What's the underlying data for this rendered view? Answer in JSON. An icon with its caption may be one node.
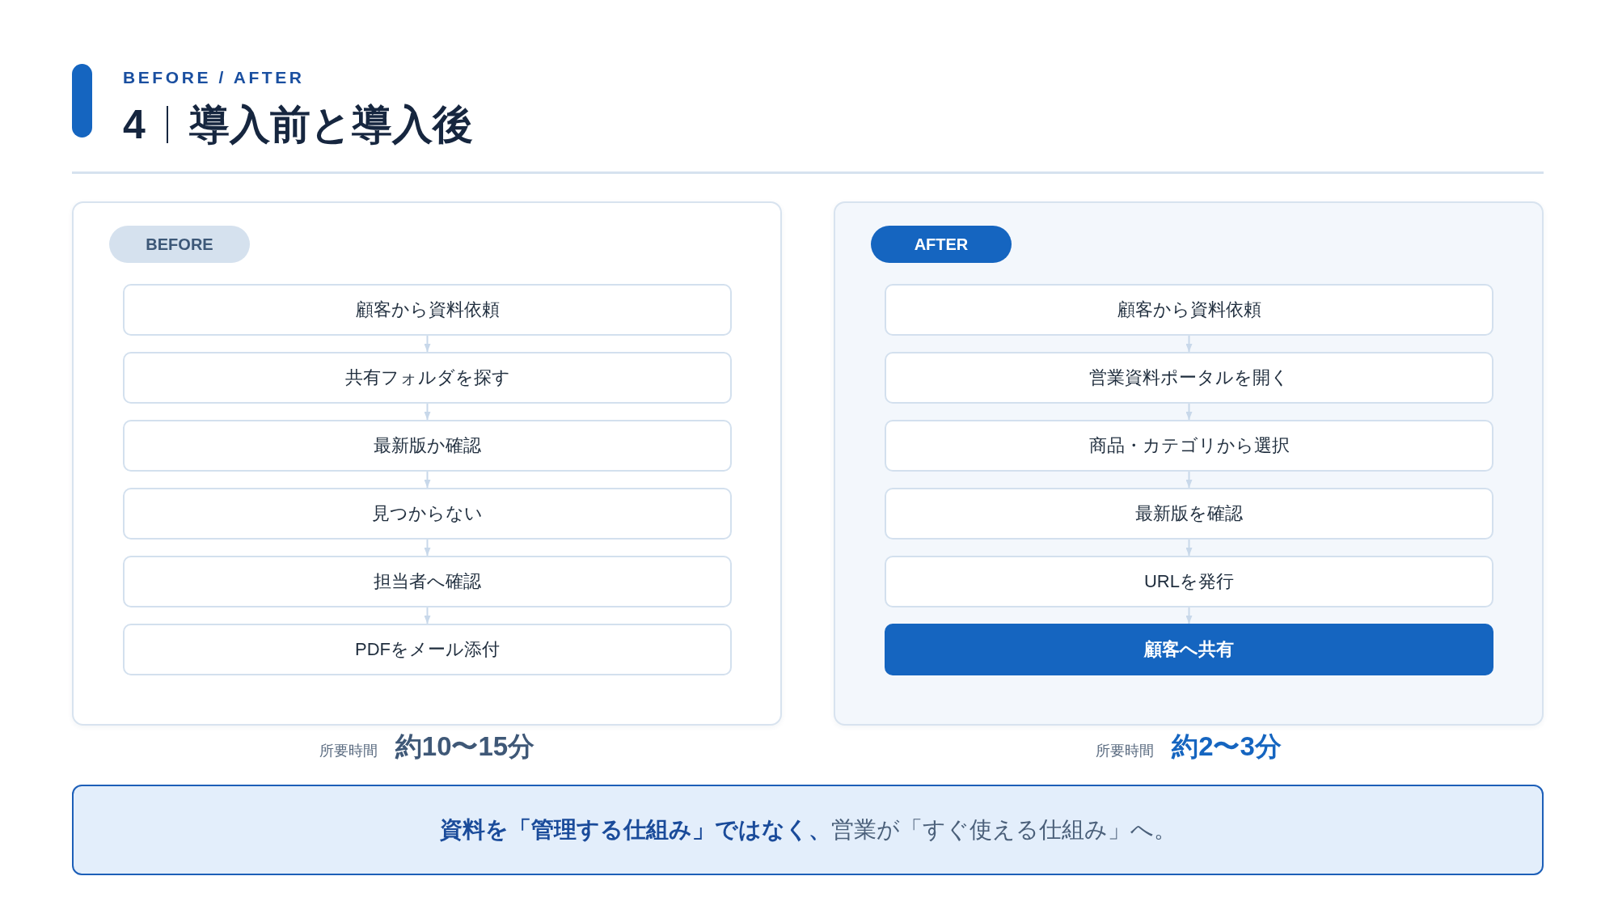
{
  "diagram": {
    "title": "導入前と導入後",
    "nodes": [
      {
        "text": [
          "BEFORE"
        ],
        "beside": [
          "所要時間",
          "約10〜15分"
        ]
      },
      {
        "text": [
          "顧客から資料依頼"
        ],
        "in": 0
      },
      {
        "text": [
          "共有フォルダを探す"
        ],
        "in": 0
      },
      {
        "text": [
          "最新版か確認"
        ],
        "in": 0
      },
      {
        "text": [
          "見つからない"
        ],
        "in": 0
      },
      {
        "text": [
          "担当者へ確認"
        ],
        "in": 0
      },
      {
        "text": [
          "PDFをメール添付"
        ],
        "in": 0
      },
      {
        "text": [
          "AFTER"
        ],
        "beside": [
          "所要時間",
          "約2〜3分"
        ]
      },
      {
        "text": [
          "顧客から資料依頼"
        ],
        "in": 7
      },
      {
        "text": [
          "営業資料ポータルを開く"
        ],
        "in": 7
      },
      {
        "text": [
          "商品・カテゴリから選択"
        ],
        "in": 7
      },
      {
        "text": [
          "最新版を確認"
        ],
        "in": 7
      },
      {
        "text": [
          "URLを発行"
        ],
        "in": 7
      },
      {
        "text": [
          "顧客へ共有"
        ],
        "in": 7
      },
      {
        "text": [
          "**資料を「管理する仕組み」ではなく、**営業が「すぐ使える仕組み」へ。"
        ]
      }
    ],
    "edges": [
      {
        "from": 1,
        "to": 2,
        "arrow": "to"
      },
      {
        "from": 2,
        "to": 3,
        "arrow": "to"
      },
      {
        "from": 3,
        "to": 4,
        "arrow": "to"
      },
      {
        "from": 4,
        "to": 5,
        "arrow": "to"
      },
      {
        "from": 5,
        "to": 6,
        "arrow": "to"
      },
      {
        "from": 8,
        "to": 9,
        "arrow": "to"
      },
      {
        "from": 9,
        "to": 10,
        "arrow": "to"
      },
      {
        "from": 10,
        "to": 11,
        "arrow": "to"
      },
      {
        "from": 11,
        "to": 12,
        "arrow": "to"
      },
      {
        "from": 12,
        "to": 13,
        "arrow": "to"
      }
    ],
    "labels": [
      "BEFORE / AFTER",
      "4"
    ]
  }
}
